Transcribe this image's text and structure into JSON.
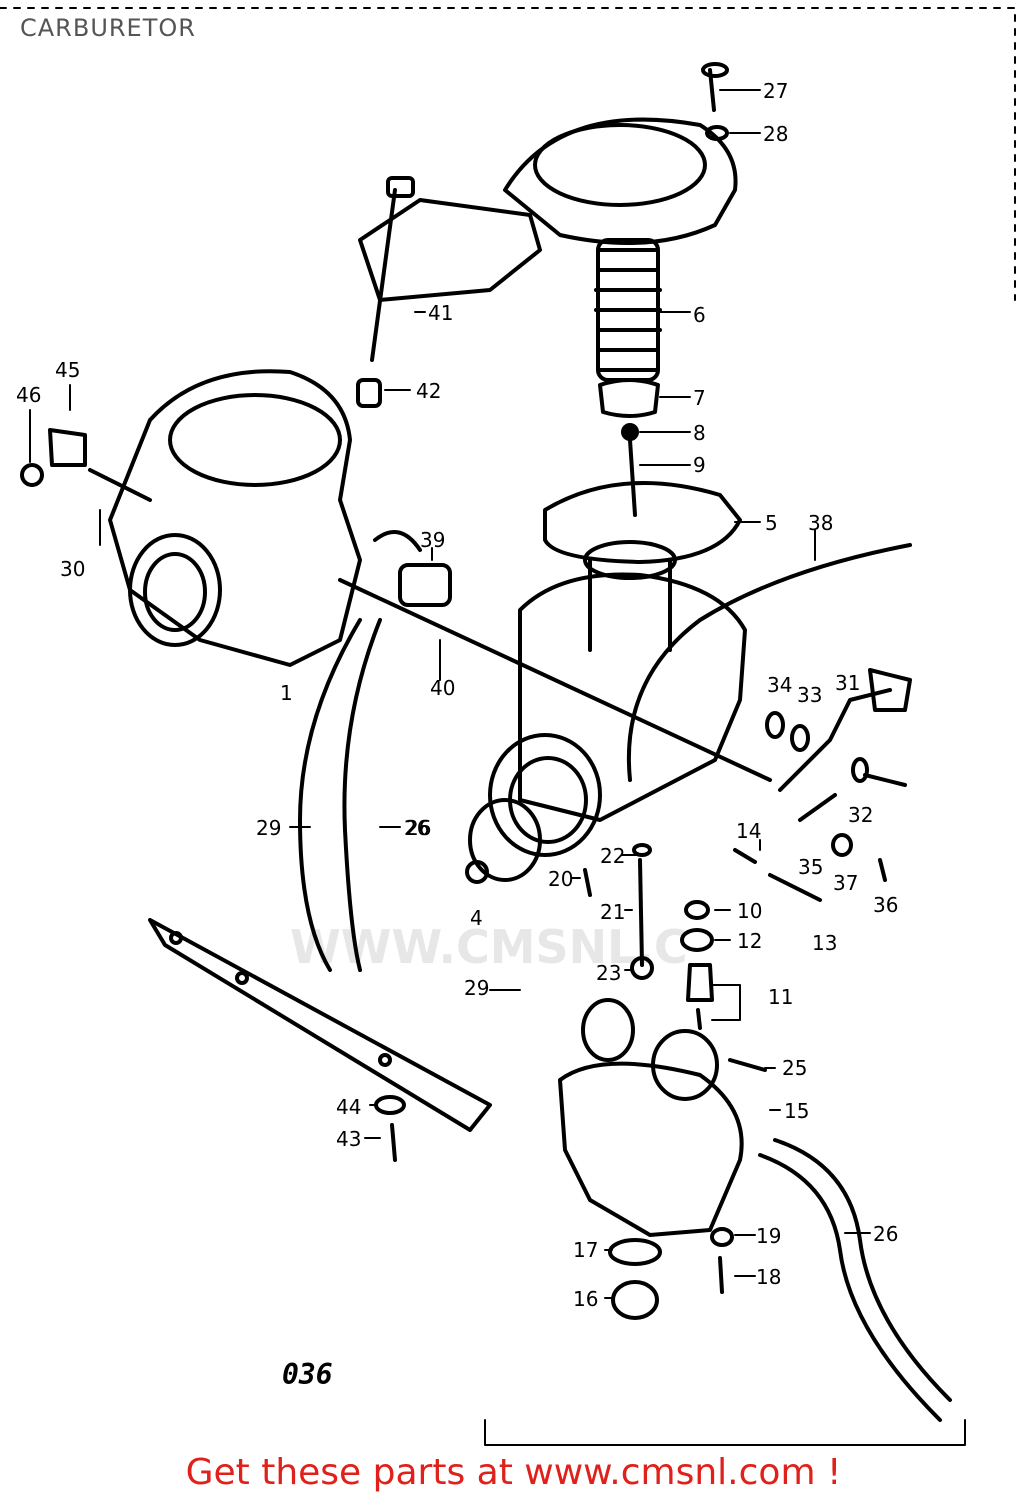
{
  "header": {
    "title": "CARBURETOR"
  },
  "figure": {
    "number": "036"
  },
  "watermark": {
    "text": "WWW.CMSNL.C"
  },
  "footer": {
    "text": "Get these parts at www.cmsnl.com !",
    "color": "#e0201a"
  },
  "callouts": [
    "1",
    "4",
    "5",
    "6",
    "7",
    "8",
    "9",
    "10",
    "11",
    "12",
    "13",
    "14",
    "15",
    "16",
    "17",
    "18",
    "19",
    "20",
    "21",
    "22",
    "23",
    "25",
    "26",
    "26",
    "26",
    "27",
    "28",
    "29",
    "29",
    "30",
    "31",
    "32",
    "33",
    "34",
    "35",
    "36",
    "37",
    "38",
    "39",
    "40",
    "41",
    "42",
    "43",
    "44",
    "45",
    "46"
  ]
}
